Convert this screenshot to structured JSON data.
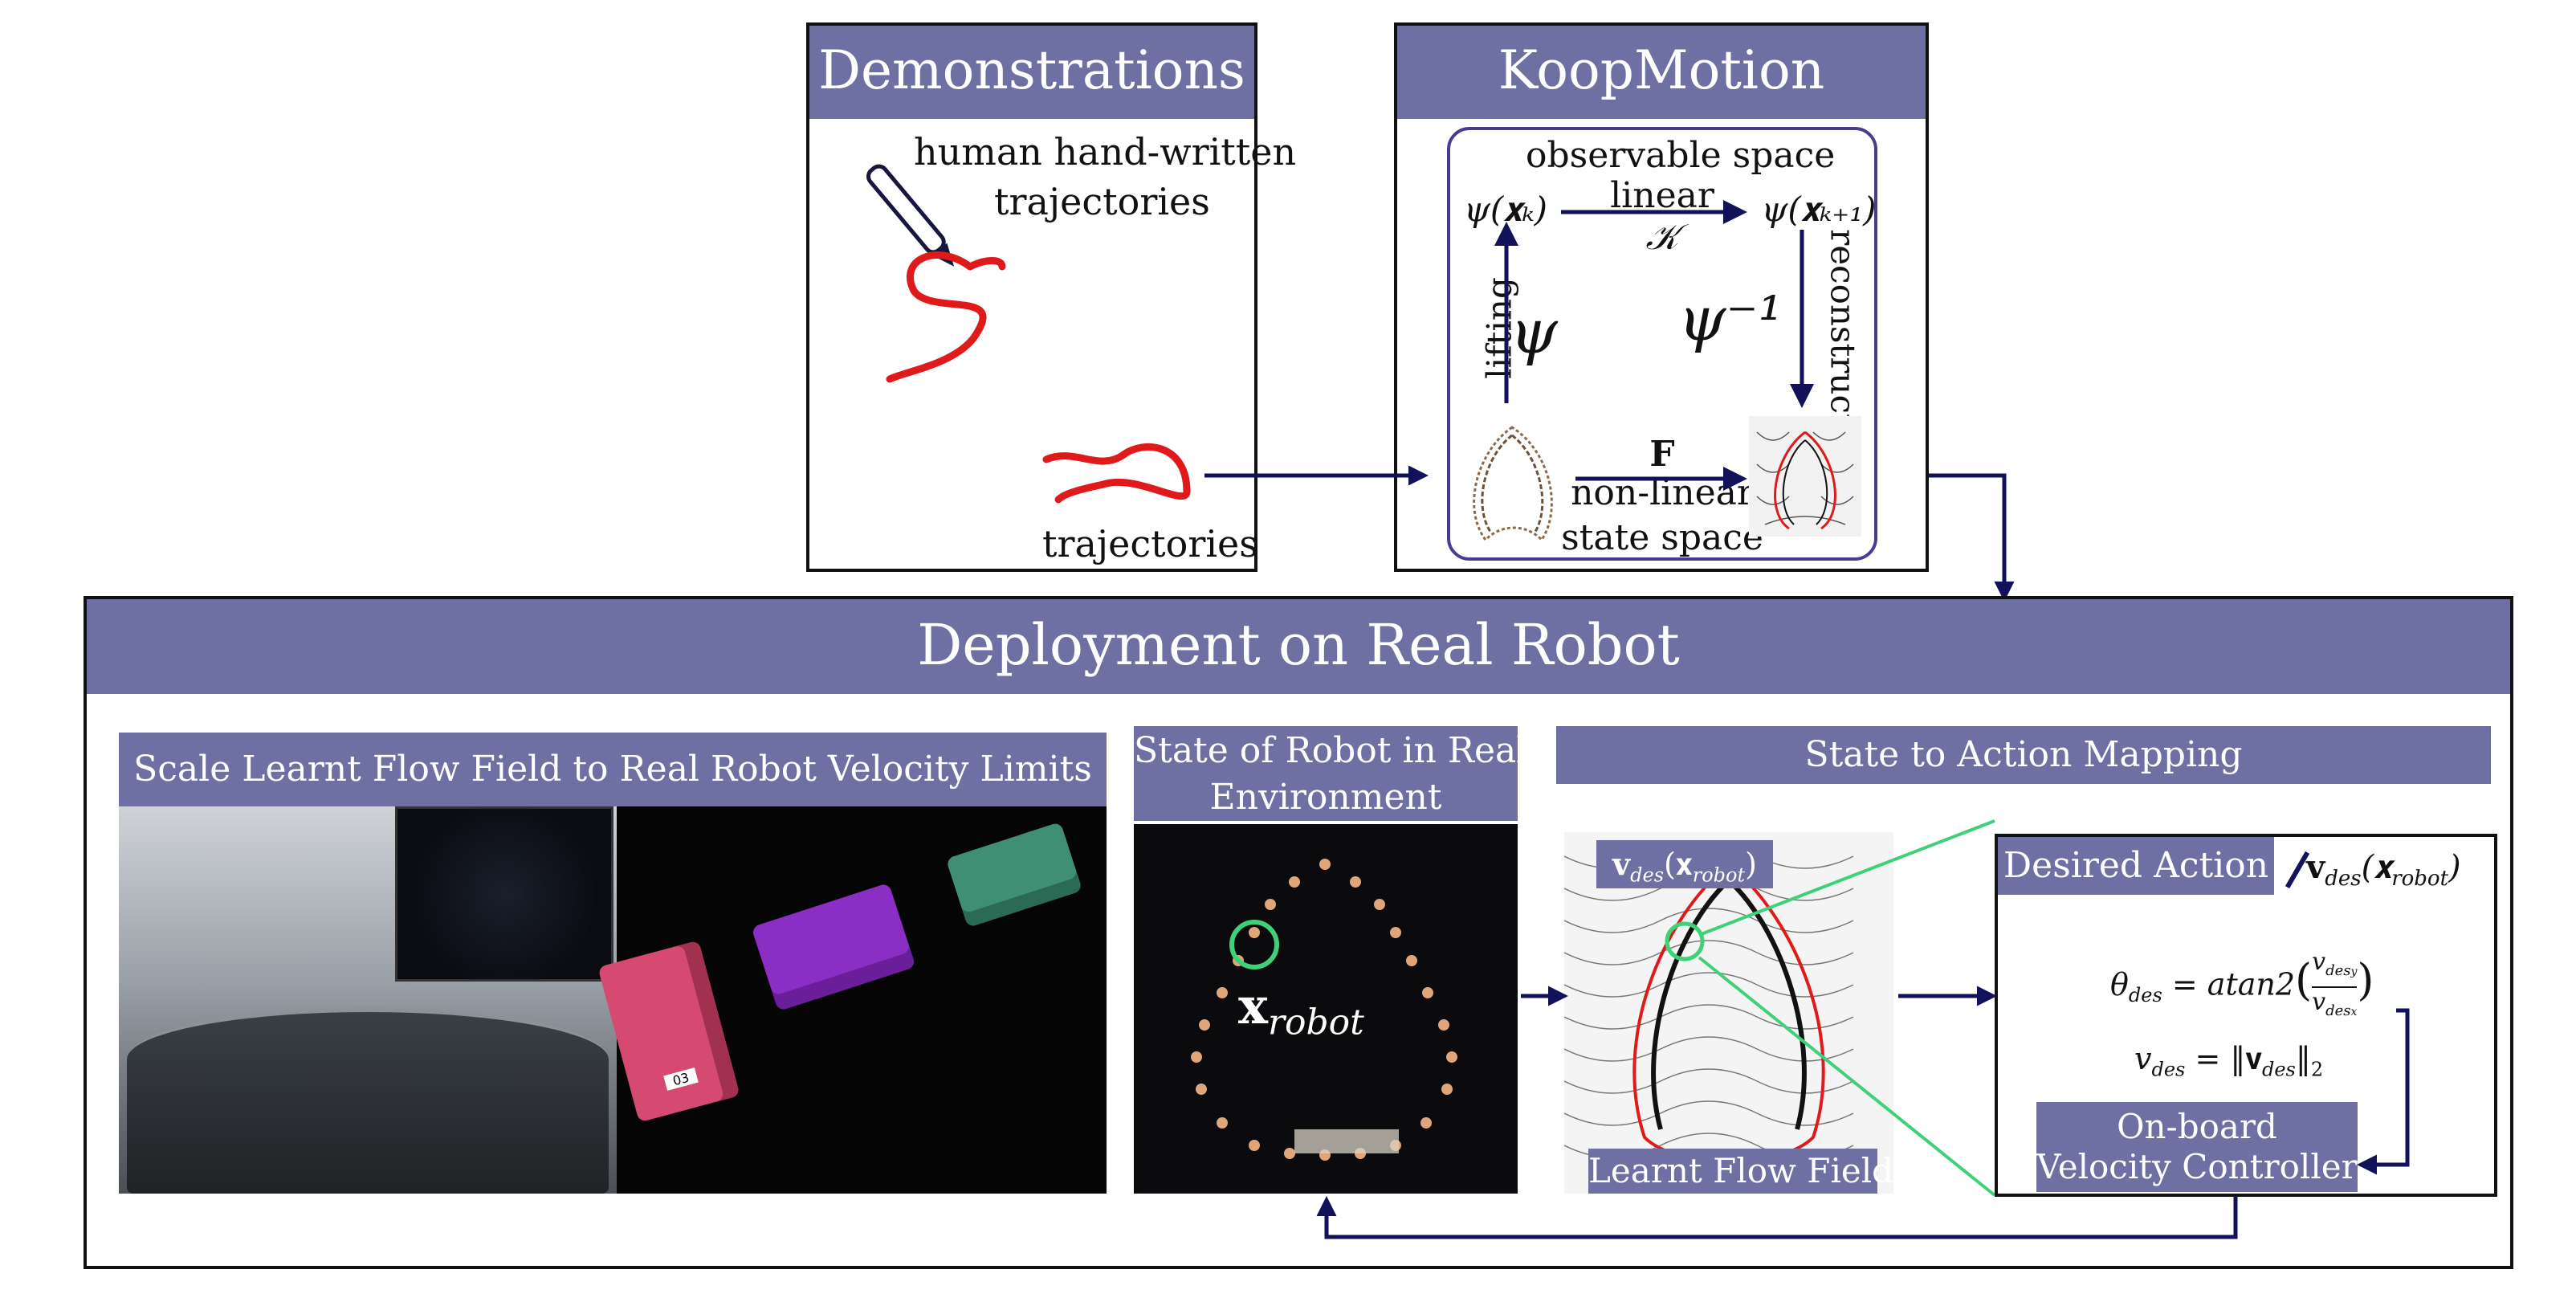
{
  "demonstrations": {
    "title": "Demonstrations",
    "hand_label": "human hand-written",
    "hand_label2": "trajectories",
    "traj_label": "trajectories"
  },
  "koopmotion": {
    "title": "KoopMotion",
    "observable_space": "observable space",
    "linear": "linear",
    "K": "𝒦",
    "psi_xk": "ψ(𝐱ₖ)",
    "psi_xk1": "ψ(𝐱ₖ₊₁)",
    "lifting": "lifting",
    "psi": "ψ",
    "psi_inv": "ψ⁻¹",
    "reconstruct": "reconstruct",
    "F": "F",
    "non_linear": "non-linear",
    "state_space": "state space"
  },
  "deployment": {
    "title": "Deployment on Real Robot",
    "scale_title": "Scale Learnt Flow Field to Real Robot Velocity Limits",
    "state_title_1": "State of Robot in Real",
    "state_title_2": "Environment",
    "x_robot": "𝐱",
    "x_robot_sub": "robot",
    "mapping_title": "State to Action Mapping",
    "vdes_label": "𝐯",
    "vdes_sub": "des",
    "vdes_arg": "(𝐱",
    "vdes_arg_sub": "robot",
    "learnt_flow_field": "Learnt Flow Field",
    "desired_action": "Desired Action",
    "theta_eq": "θ",
    "theta_sub": "des",
    "theta_rhs": "= atan2",
    "frac_num": "v",
    "frac_num_sub": "des",
    "frac_num_sub2": "y",
    "frac_den": "v",
    "frac_den_sub": "des",
    "frac_den_sub2": "x",
    "vdes_eq": "v",
    "vdes_eq_sub": "des",
    "vdes_eq_rhs": "= ‖𝐯",
    "vdes_eq_rhs_sub": "des",
    "vdes_eq_norm": "‖",
    "vdes_eq_norm_sub": "2",
    "controller_1": "On-board",
    "controller_2": "Velocity Controller",
    "tag_03": "03"
  },
  "colors": {
    "header_bg": "#6e6fa2",
    "arrow": "#12125a",
    "trajectory_red": "#e01a1a",
    "highlight_green": "#3fd07a",
    "koop_inner_border": "#4a3b8f"
  }
}
